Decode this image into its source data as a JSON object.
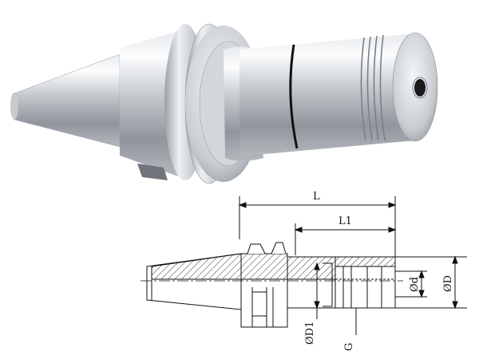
{
  "drawing": {
    "dimensions": {
      "overall_length": "L",
      "shank_length": "L1",
      "outer_diameter": "ØD",
      "bore_diameter": "Ød",
      "neck_diameter": "ØD1",
      "thread": "G"
    },
    "colors": {
      "steel_light": "#f2f4f6",
      "steel_mid": "#b9bec4",
      "steel_dark": "#7d838a",
      "line": "#111111",
      "hatch": "#333333"
    }
  }
}
